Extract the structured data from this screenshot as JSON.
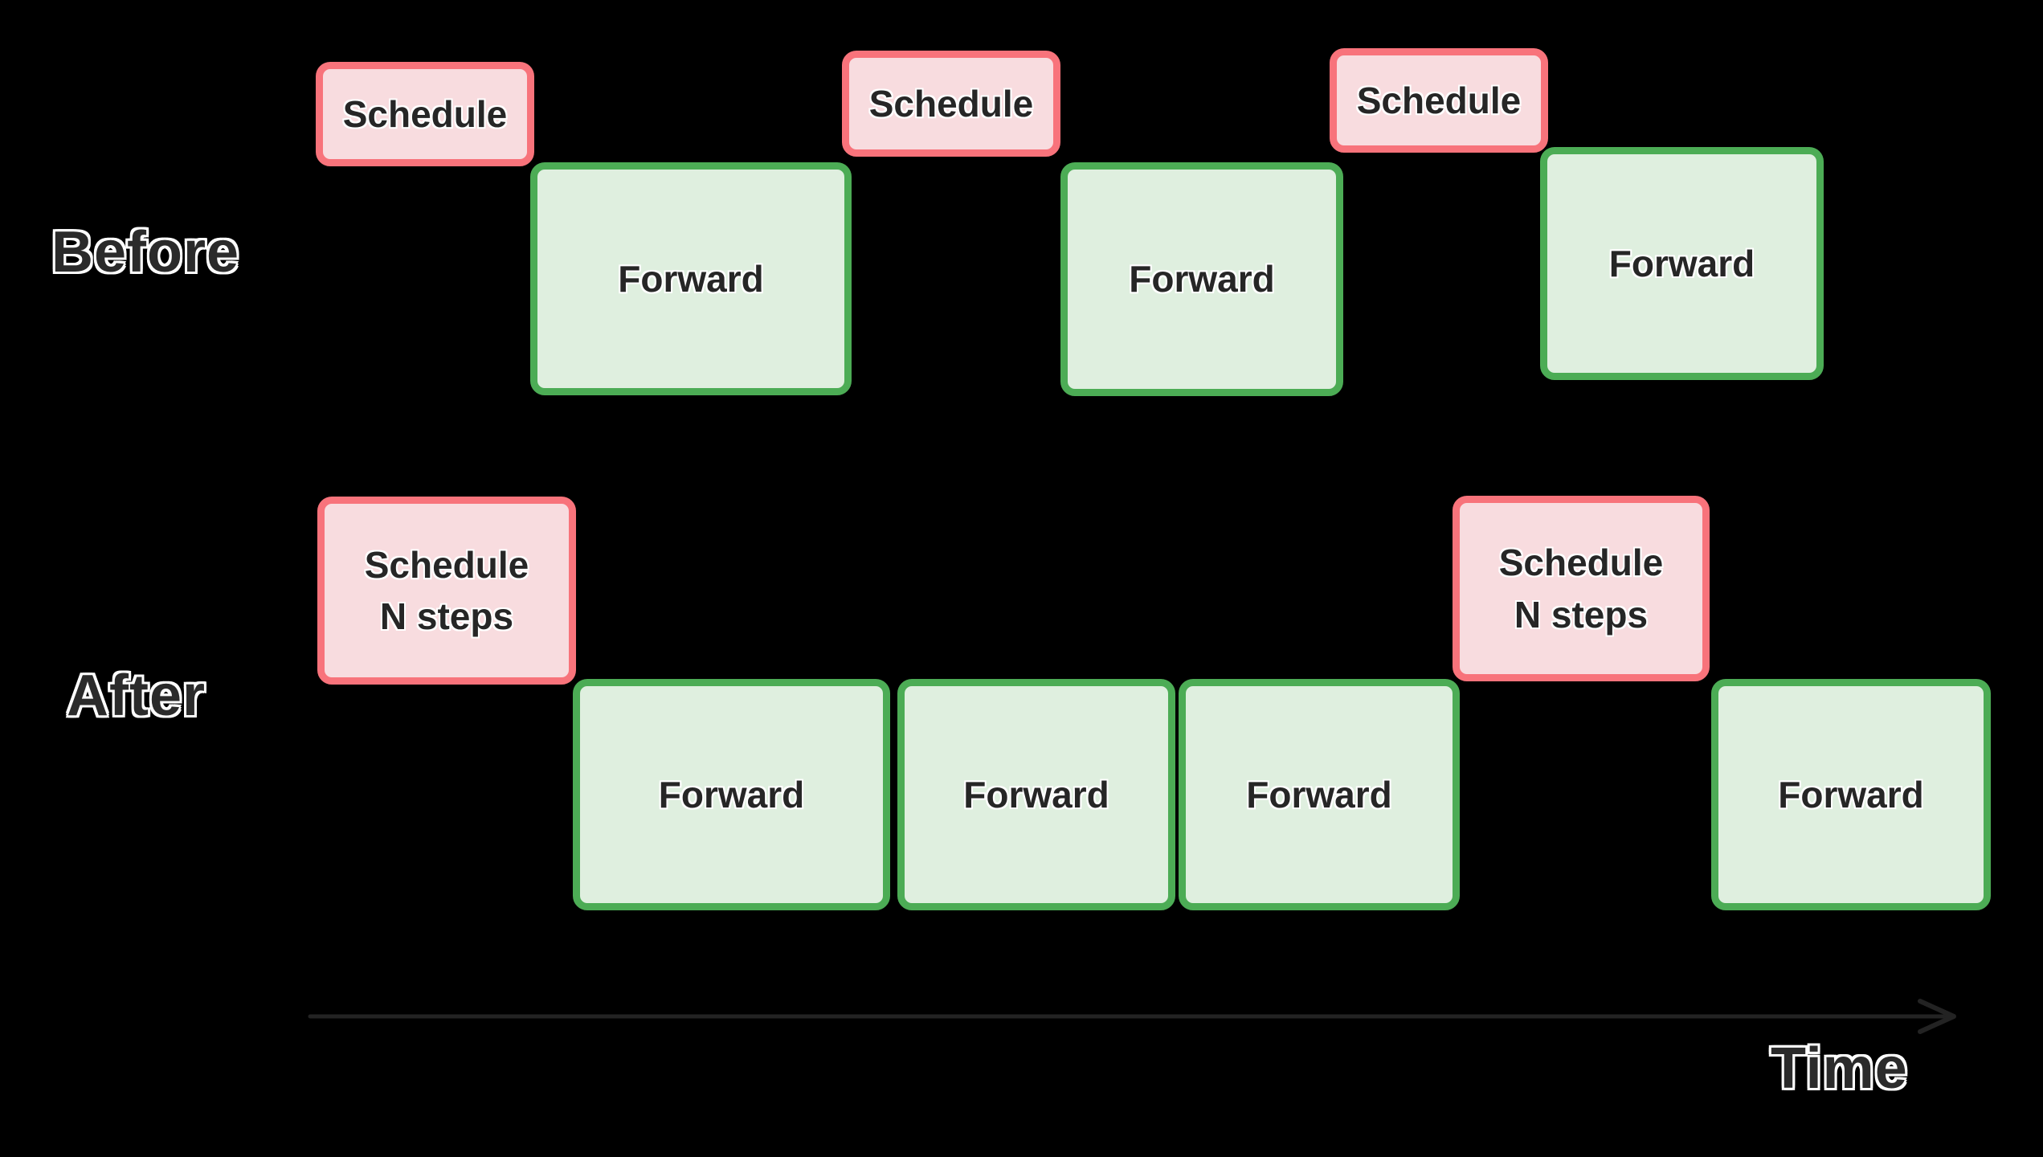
{
  "rows": [
    {
      "label": "Before",
      "boxes": [
        {
          "kind": "schedule",
          "label": "Schedule"
        },
        {
          "kind": "forward",
          "label": "Forward"
        },
        {
          "kind": "schedule",
          "label": "Schedule"
        },
        {
          "kind": "forward",
          "label": "Forward"
        },
        {
          "kind": "schedule",
          "label": "Schedule"
        },
        {
          "kind": "forward",
          "label": "Forward"
        }
      ]
    },
    {
      "label": "After",
      "boxes": [
        {
          "kind": "schedule",
          "label": "Schedule\nN steps"
        },
        {
          "kind": "forward",
          "label": "Forward"
        },
        {
          "kind": "forward",
          "label": "Forward"
        },
        {
          "kind": "forward",
          "label": "Forward"
        },
        {
          "kind": "schedule",
          "label": "Schedule\nN steps"
        },
        {
          "kind": "forward",
          "label": "Forward"
        }
      ]
    }
  ],
  "time_axis": {
    "label": "Time"
  },
  "colors": {
    "background": "#000000",
    "schedule_border": "#F8737B",
    "schedule_fill": "#F8DCDF",
    "forward_border": "#4CAC55",
    "forward_fill": "#DFEFDF",
    "box_text": "#262626",
    "label_text": "#2B2B2B",
    "label_outline": "#FFFFFF",
    "axis_line": "#232323"
  }
}
